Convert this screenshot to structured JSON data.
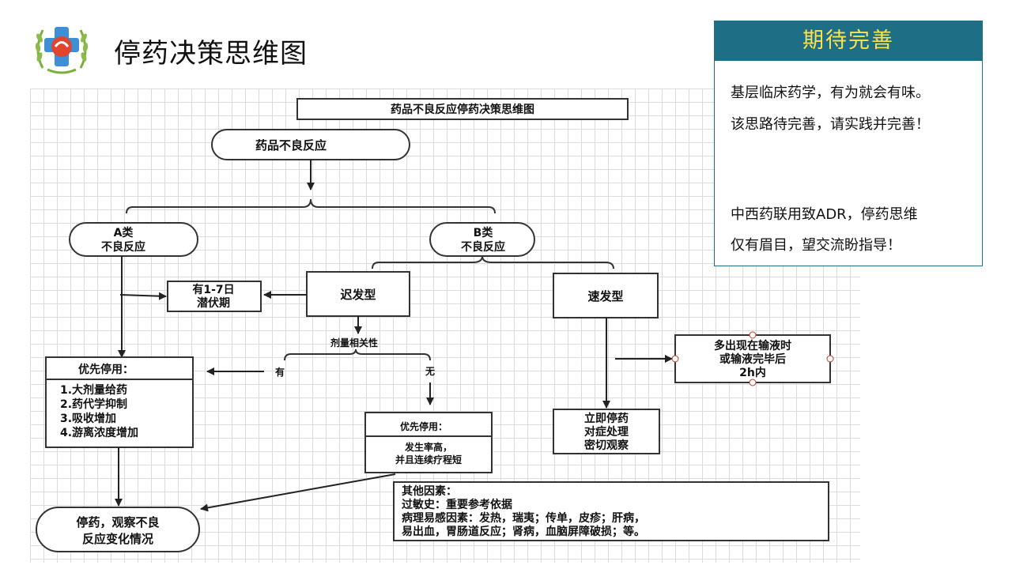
{
  "header": {
    "title": "停药决策思维图",
    "logo_icon": "hospital-emblem-icon"
  },
  "panel": {
    "heading": "期待完善",
    "lines": [
      "基层临床药学，有为就会有味。",
      "该思路待完善，请实践并完善！",
      "中西药联用致ADR，停药思维",
      "仅有眉目，望交流盼指导！"
    ]
  },
  "diagram": {
    "caption": "药品不良反应停药决策思维图",
    "root": "药品不良反应",
    "typeA": [
      "A类",
      "不良反应"
    ],
    "typeB": [
      "B类",
      "不良反应"
    ],
    "latency": [
      "有1-7日",
      "潜伏期"
    ],
    "delayed": "迟发型",
    "rapid": "速发型",
    "dose_related": "剂量相关性",
    "yes": "有",
    "no": "无",
    "priority_stop_title": "优先停用：",
    "priority_stop_items": [
      "1.大剂量给药",
      "2.药代学抑制",
      "3.吸收增加",
      "4.游离浓度增加"
    ],
    "priority_stop2_title": "优先停用：",
    "priority_stop2_body": [
      "发生率高，",
      "并且连续疗程短"
    ],
    "infusion": [
      "多出现在输液时",
      "或输液完毕后",
      "2h内"
    ],
    "immediate": [
      "立即停药",
      "对症处理",
      "密切观察"
    ],
    "stop_observe": [
      "停药，观察不良",
      "反应变化情况"
    ],
    "other_factors": [
      "其他因素：",
      "过敏史：重要参考依据",
      "病理易感因素：发热，瑞夷；传单，皮疹；肝病，",
      "易出血，胃肠道反应；肾病，血脑屏障破损；等。"
    ]
  }
}
